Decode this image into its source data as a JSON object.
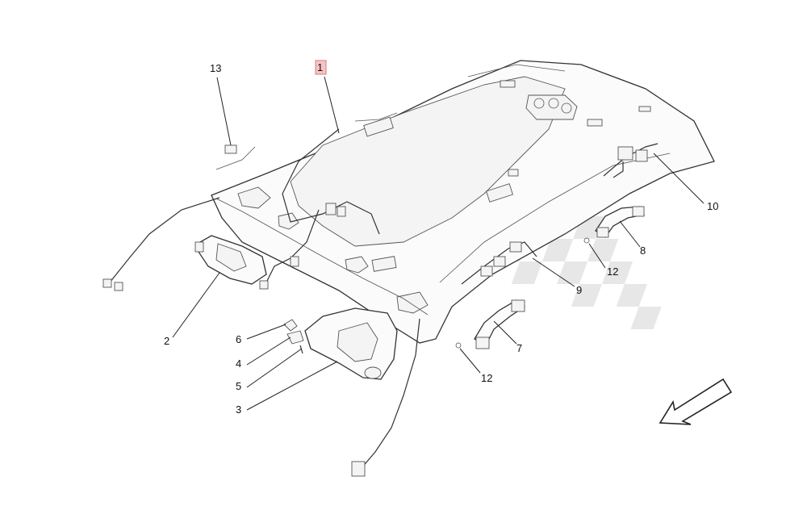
{
  "diagram": {
    "colors": {
      "line": "#333333",
      "highlight": "#f7c4c4",
      "checker": "#e7e7e7"
    },
    "callouts": {
      "c1": "1",
      "c2": "2",
      "c3": "3",
      "c4": "4",
      "c5": "5",
      "c6": "6",
      "c7": "7",
      "c8": "8",
      "c9": "9",
      "c10": "10",
      "c12a": "12",
      "c12b": "12",
      "c13": "13"
    },
    "highlighted_callout": "1",
    "direction_arrow_icon": "front-direction-arrow-icon"
  }
}
